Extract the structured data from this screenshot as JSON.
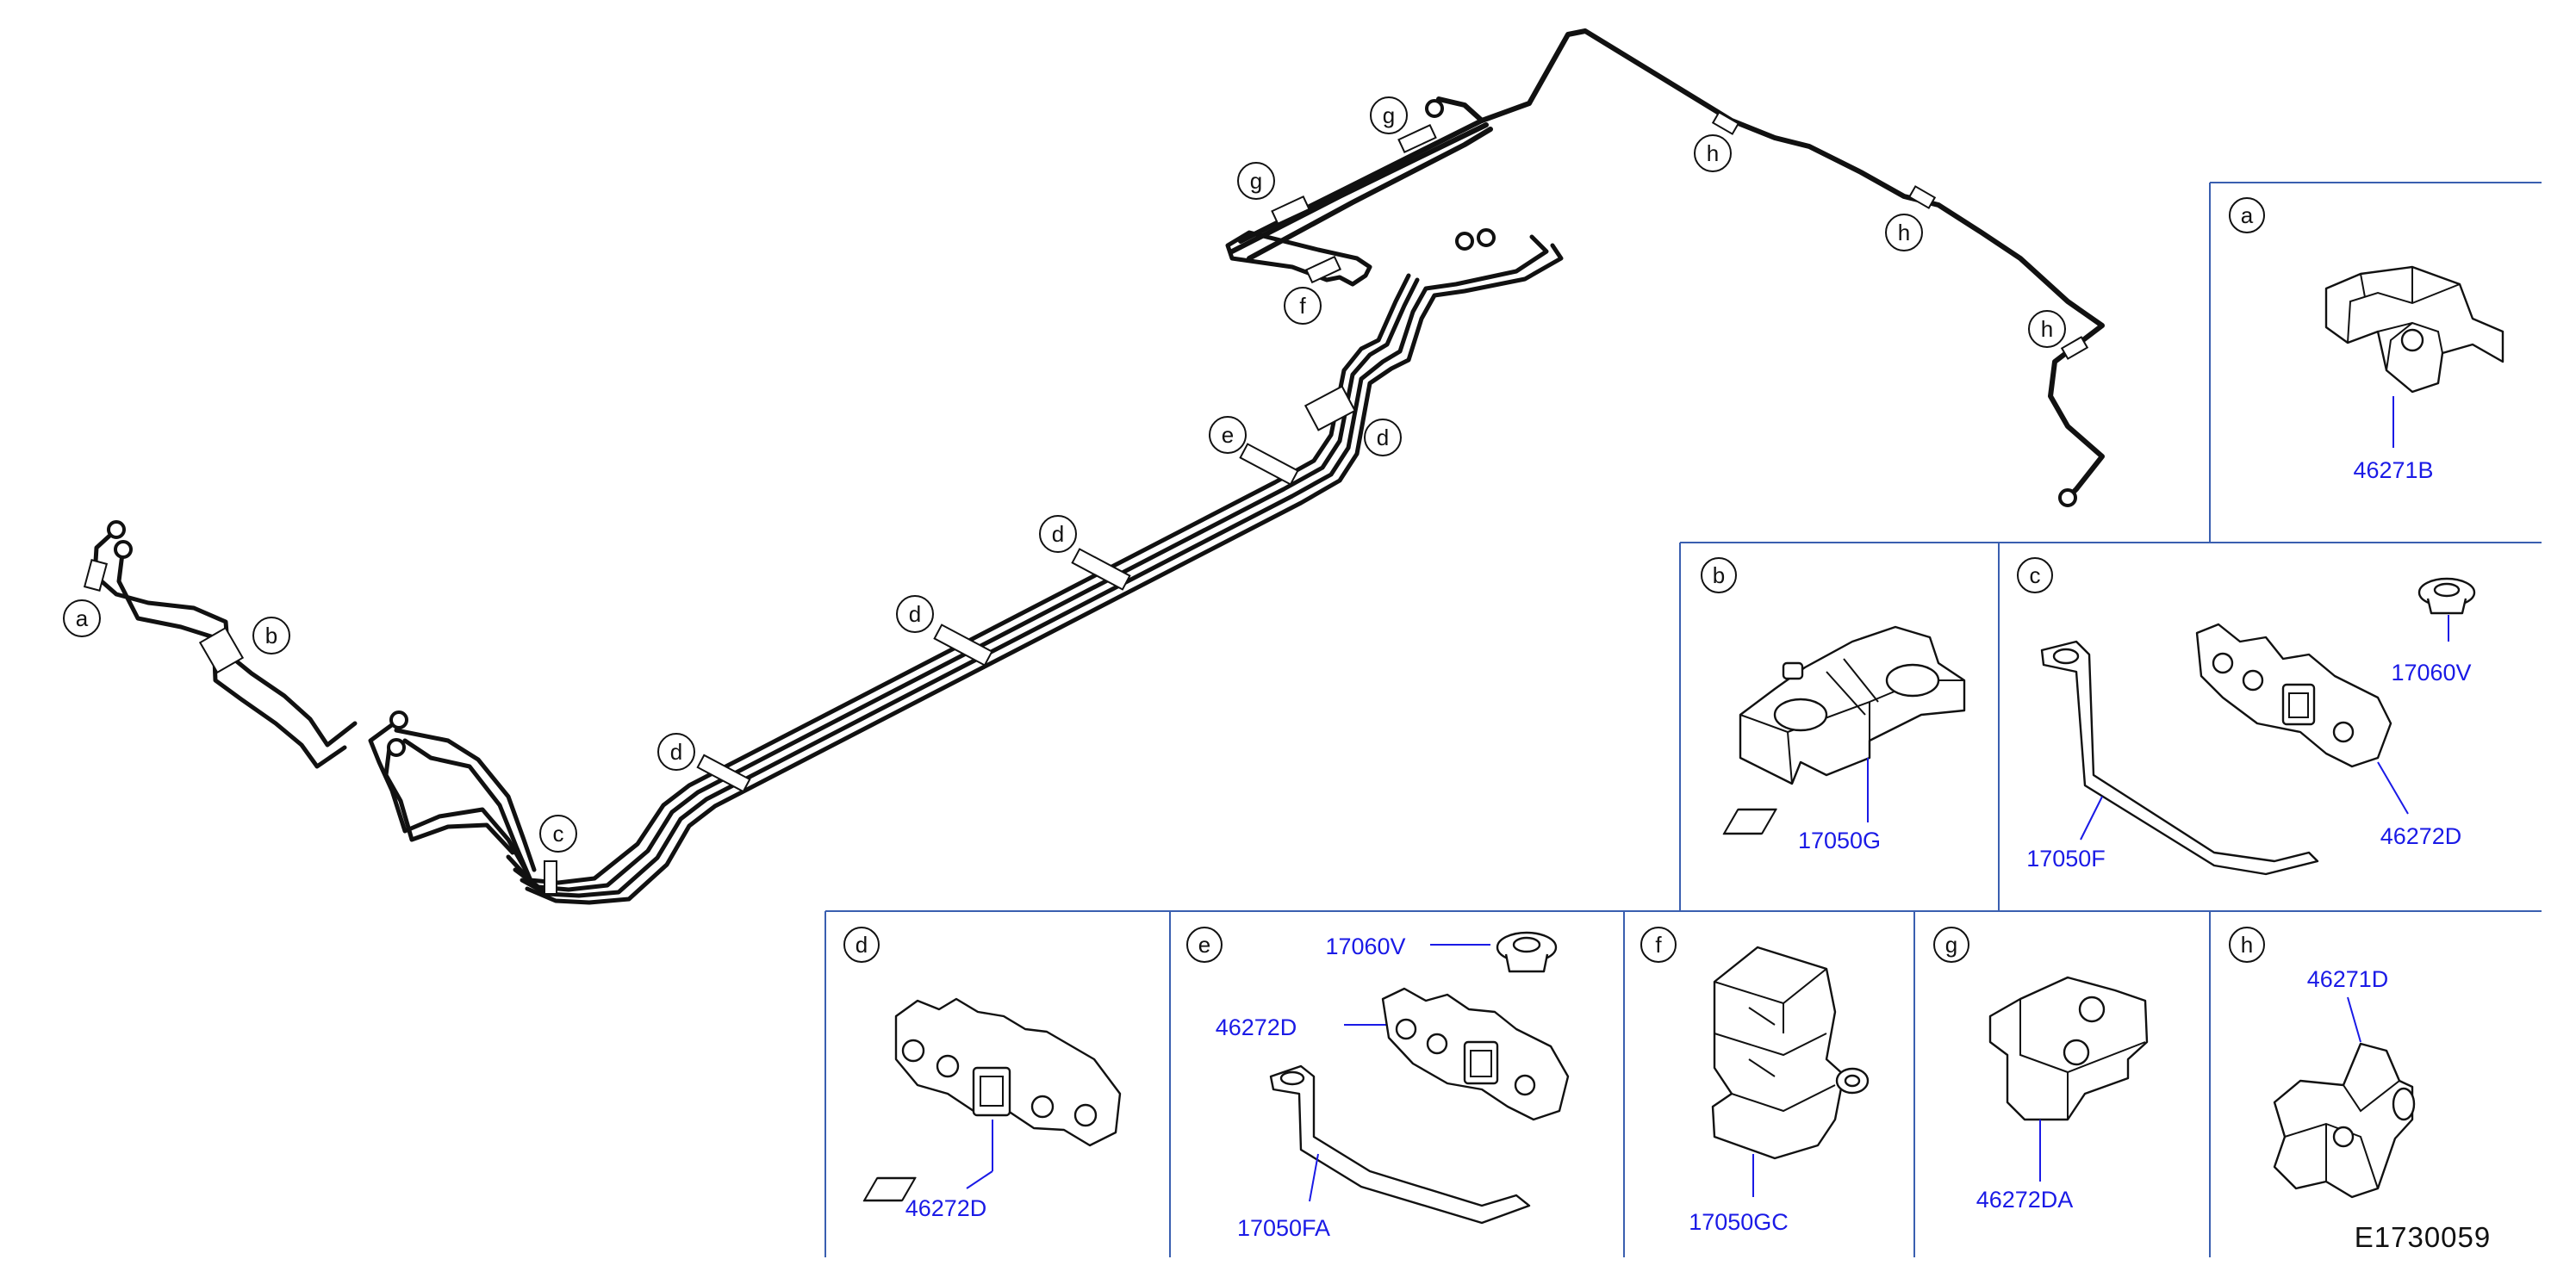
{
  "callouts": {
    "a": "a",
    "b": "b",
    "c": "c",
    "d": "d",
    "e": "e",
    "f": "f",
    "g": "g",
    "h": "h"
  },
  "panels": {
    "a": {
      "letter": "a",
      "parts": [
        "46271B"
      ]
    },
    "b": {
      "letter": "b",
      "parts": [
        "17050G"
      ]
    },
    "c": {
      "letter": "c",
      "parts": [
        "17060V",
        "17050F",
        "46272D"
      ]
    },
    "d": {
      "letter": "d",
      "parts": [
        "46272D"
      ]
    },
    "e": {
      "letter": "e",
      "parts": [
        "17060V",
        "46272D",
        "17050FA"
      ]
    },
    "f": {
      "letter": "f",
      "parts": [
        "17050GC"
      ]
    },
    "g": {
      "letter": "g",
      "parts": [
        "46272DA"
      ]
    },
    "h": {
      "letter": "h",
      "parts": [
        "46271D"
      ]
    }
  },
  "reference_code": "E1730059"
}
